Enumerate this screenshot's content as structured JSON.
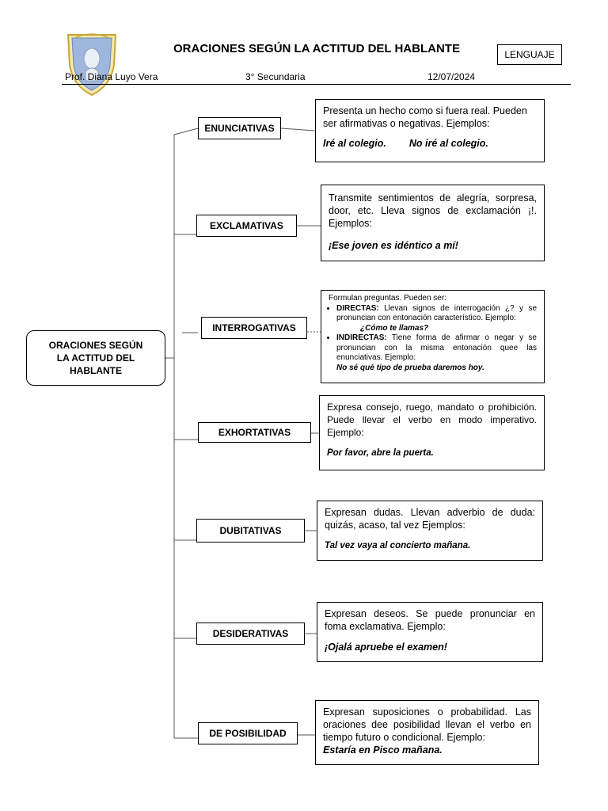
{
  "header": {
    "title": "ORACIONES SEGÚN LA ACTITUD DEL HABLANTE",
    "subject": "LENGUAJE",
    "teacher": "Prof. Diana Luyo Vera",
    "grade": "3° Secundaria",
    "date": "12/07/2024"
  },
  "main_node": "ORACIONES SEGÚN LA ACTITUD DEL HABLANTE",
  "categories": [
    {
      "name": "ENUNCIATIVAS",
      "description": "Presenta un hecho como si fuera real. Pueden ser afirmativas o negativas. Ejemplos:",
      "example": "Iré al colegio.",
      "example2": "No iré al colegio."
    },
    {
      "name": "EXCLAMATIVAS",
      "description": "Transmite sentimientos de alegría, sorpresa, door, etc. Lleva signos de exclamación ¡!. Ejemplos:",
      "example": "¡Ese joven es idéntico a mí!"
    },
    {
      "name": "INTERROGATIVAS",
      "intro": "Formulan preguntas. Pueden ser:",
      "direct_label": "DIRECTAS:",
      "direct_text": "Llevan signos de interrogación ¿? y se pronuncian con entonación característico. Ejemplo:",
      "direct_example": "¿Cómo te llamas?",
      "indirect_label": "INDIRECTAS:",
      "indirect_text": "Tiene forma de afirmar o negar y se pronuncian con la misma entonación quee las enunciativas. Ejemplo:",
      "indirect_example": "No sé qué tipo de prueba daremos hoy."
    },
    {
      "name": "EXHORTATIVAS",
      "description": "Expresa consejo, ruego, mandato o prohibición. Puede llevar el verbo en modo imperativo. Ejemplo:",
      "example": "Por favor, abre la puerta."
    },
    {
      "name": "DUBITATIVAS",
      "description": "Expresan dudas. Llevan adverbio de duda: quizás, acaso, tal vez Ejemplos:",
      "example": "Tal vez vaya al concierto mañana."
    },
    {
      "name": "DESIDERATIVAS",
      "description": "Expresan deseos. Se puede pronunciar en foma exclamativa. Ejemplo:",
      "example": "¡Ojalá apruebe el examen!"
    },
    {
      "name": "DE POSIBILIDAD",
      "description": "Expresan suposiciones o probabilidad. Las oraciones dee posibilidad llevan el verbo en tiempo futuro o condicional. Ejemplo:",
      "example": "Estaría en Pisco mañana."
    }
  ]
}
